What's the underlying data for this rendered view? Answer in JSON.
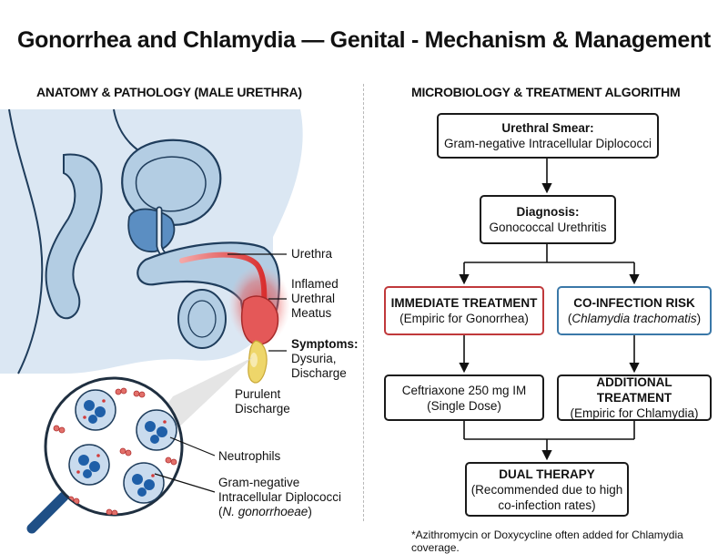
{
  "title": "Gonorrhea and Chlamydia — Genital - Mechanism & Management",
  "left_section": {
    "title": "ANATOMY & PATHOLOGY (MALE URETHRA)",
    "labels": {
      "urethra": "Urethra",
      "inflamed": [
        "Inflamed",
        "Urethral",
        "Meatus"
      ],
      "symptoms_title": "Symptoms:",
      "symptoms": [
        "Dysuria,",
        "Discharge"
      ],
      "purulent": [
        "Purulent",
        "Discharge"
      ],
      "neutrophils": "Neutrophils",
      "diplococci": [
        "Gram-negative",
        "Intracellular Diplococci"
      ],
      "organism": "N. gonorrhoeae"
    }
  },
  "right_section": {
    "title": "MICROBIOLOGY & TREATMENT ALGORITHM",
    "smear": {
      "title": "Urethral Smear:",
      "text": "Gram-negative Intracellular Diplococci"
    },
    "diagnosis": {
      "title": "Diagnosis:",
      "text": "Gonococcal Urethritis"
    },
    "immediate": {
      "title": "IMMEDIATE TREATMENT",
      "text": "(Empiric for Gonorrhea)"
    },
    "coinfection": {
      "title": "CO-INFECTION RISK",
      "open": "(",
      "organism": "Chlamydia trachomatis",
      "close": ")"
    },
    "ceftriaxone": {
      "line1": "Ceftriaxone 250 mg IM",
      "line2": "(Single Dose)"
    },
    "additional": {
      "title": "ADDITIONAL TREATMENT",
      "text": "(Empiric for Chlamydia)"
    },
    "dual": {
      "title": "DUAL THERAPY",
      "line1": "(Recommended due to high",
      "line2": "co-infection rates)"
    },
    "footnote": "*Azithromycin or Doxycycline often added for Chlamydia coverage."
  },
  "colors": {
    "outline": "#1f3d5c",
    "tissue": "#dbe7f3",
    "organ": "#b3cde3",
    "prostate": "#5b8ec2",
    "inflammation": "#e04848",
    "discharge": "#eed66a",
    "neutrophil_nucleus": "#1f5fa8",
    "bacteria": "#d23c3c",
    "red_box": "#c0393b",
    "blue_box": "#3a78a8"
  },
  "icons": [
    "magnifier-icon",
    "arrow-down-icon"
  ]
}
